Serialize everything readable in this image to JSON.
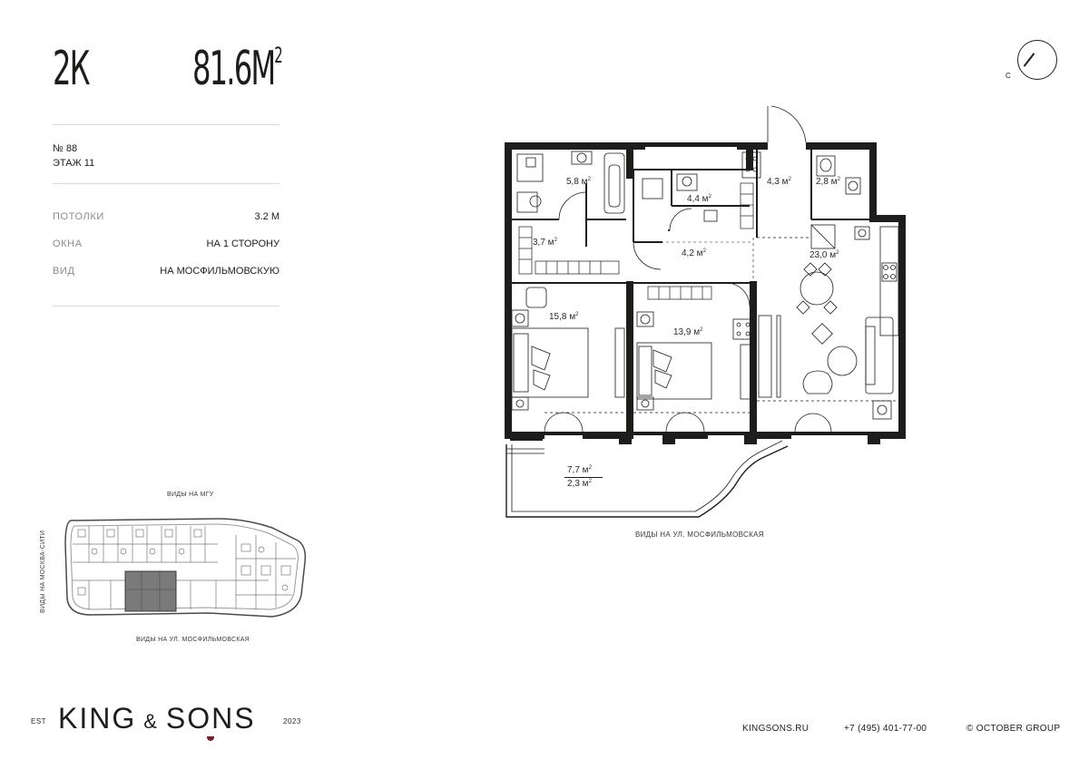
{
  "header": {
    "type": "2К",
    "area": "81.6М",
    "area_sup": "2"
  },
  "lot": {
    "number": "№ 88",
    "floor": "ЭТАЖ 11"
  },
  "specs": [
    {
      "key": "ПОТОЛКИ",
      "value": "3.2 М"
    },
    {
      "key": "ОКНА",
      "value": "НА 1 СТОРОНУ"
    },
    {
      "key": "ВИД",
      "value": "НА МОСФИЛЬМОВСКУЮ"
    }
  ],
  "keyplan": {
    "top_label": "ВИДЫ НА МГУ",
    "side_label": "ВИДЫ НА МОСКВА-СИТИ",
    "bottom_label": "ВИДЫ НА УЛ. МОСФИЛЬМОВСКАЯ"
  },
  "plan": {
    "rooms": [
      {
        "area": "5,8 м",
        "sup": "2"
      },
      {
        "area": "4,4 м",
        "sup": "2"
      },
      {
        "area": "4,3 м",
        "sup": "2"
      },
      {
        "area": "2,8 м",
        "sup": "2"
      },
      {
        "area": "3,7 м",
        "sup": "2"
      },
      {
        "area": "4,2 м",
        "sup": "2"
      },
      {
        "area": "23,0 м",
        "sup": "2"
      },
      {
        "area": "15,8 м",
        "sup": "2"
      },
      {
        "area": "13,9 м",
        "sup": "2"
      },
      {
        "area": "7,7 м",
        "sup": "2"
      },
      {
        "area": "2,3 м",
        "sup": "2"
      }
    ],
    "view_label": "ВИДЫ НА УЛ. МОСФИЛЬМОВСКАЯ"
  },
  "compass": {
    "label": "С"
  },
  "brand": {
    "est": "EST",
    "name_left": "KING",
    "amp": "&",
    "name_right": "SONS",
    "year": "2023",
    "accent_color": "#7b1f2e"
  },
  "footer": {
    "site": "KINGSONS.RU",
    "phone": "+7 (495) 401-77-00",
    "copyright": "© OCTOBER GROUP"
  }
}
